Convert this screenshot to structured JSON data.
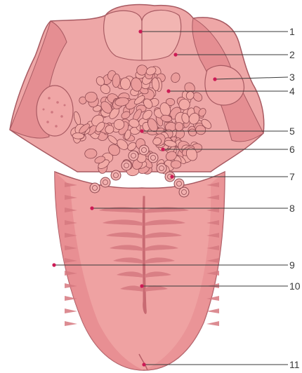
{
  "diagram": {
    "labels": [
      "1",
      "2",
      "3",
      "4",
      "5",
      "6",
      "7",
      "8",
      "9",
      "10",
      "11"
    ]
  },
  "colors": {
    "tongue_fill": "#efa2a2",
    "tongue_dark": "#d97c80",
    "tongue_outline": "#a85a62",
    "background": "#ffffff",
    "marker": "#cc1a55",
    "leader_line": "#3a3a3a"
  }
}
